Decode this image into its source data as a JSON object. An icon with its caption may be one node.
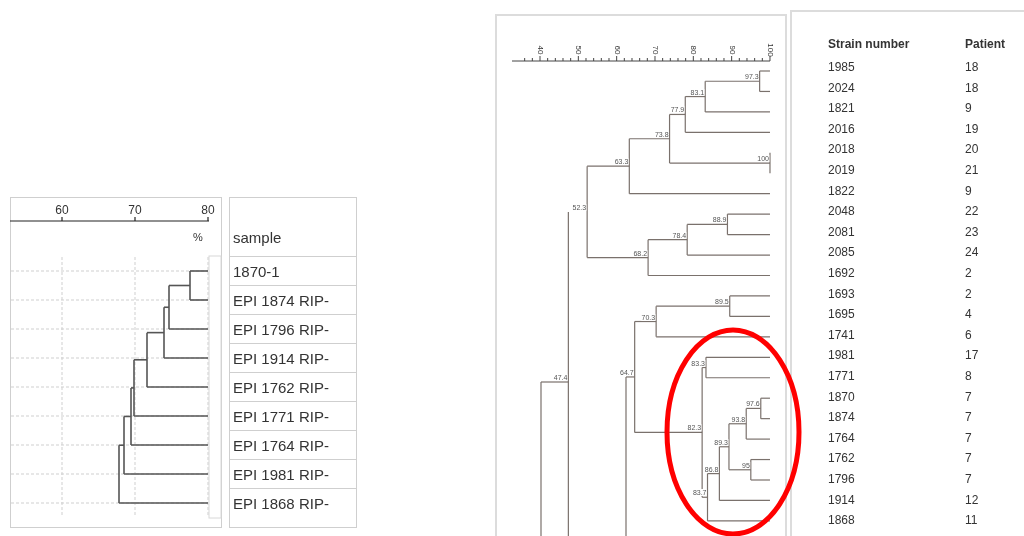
{
  "diagram": {
    "labels": [
      "60",
      "70",
      "80",
      "%",
      "sample",
      "1870-1",
      "EPI 1874 RIP-",
      "EPI 1796 RIP-",
      "EPI 1914 RIP-",
      "EPI 1762 RIP-",
      "EPI 1771 RIP-",
      "EPI 1764 RIP-",
      "EPI 1981 RIP-",
      "EPI 1868 RIP-",
      "40",
      "50",
      "60",
      "70",
      "80",
      "90",
      "100",
      "97.3",
      "83.1",
      "77.9",
      "73.8",
      "100",
      "63.3",
      "52.3",
      "88.9",
      "78.4",
      "68.2",
      "89.5",
      "70.3",
      "47.4",
      "64.7",
      "83.3",
      "97.6",
      "93.8",
      "82.3",
      "89.3",
      "95",
      "86.8",
      "83.7",
      "Strain number",
      "Patient",
      "1985",
      "18",
      "2024",
      "18",
      "1821",
      "9",
      "2016",
      "19",
      "2018",
      "20",
      "2019",
      "21",
      "1822",
      "9",
      "2048",
      "22",
      "2081",
      "23",
      "2085",
      "24",
      "1692",
      "2",
      "1693",
      "2",
      "1695",
      "4",
      "1741",
      "6",
      "1981",
      "17",
      "1771",
      "8",
      "1870",
      "7",
      "1874",
      "7",
      "1764",
      "7",
      "1762",
      "7",
      "1796",
      "7",
      "1914",
      "12",
      "1868",
      "11"
    ]
  }
}
